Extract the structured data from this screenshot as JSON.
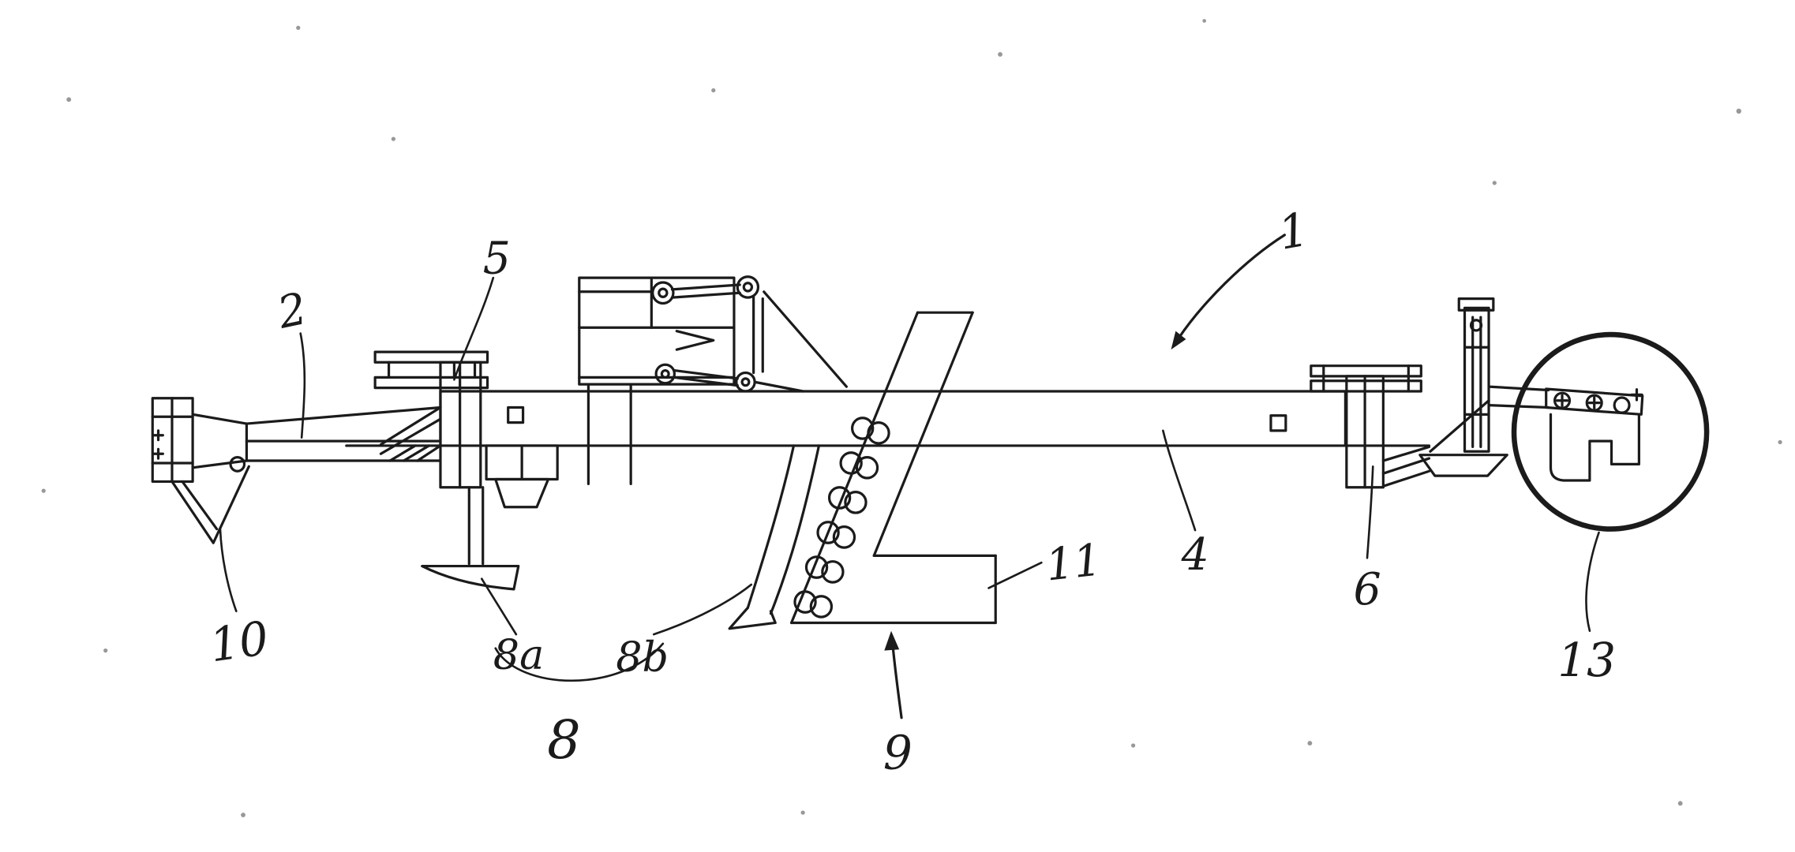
{
  "figure": {
    "background_color": "#ffffff",
    "ink_color": "#1b1b1b",
    "reference_numerals": {
      "n1": "1",
      "n2": "2",
      "n4": "4",
      "n5": "5",
      "n6": "6",
      "n8": "8",
      "n8a": "8a",
      "n8b": "8b",
      "n9": "9",
      "n10": "10",
      "n11": "11",
      "n13": "13"
    }
  }
}
